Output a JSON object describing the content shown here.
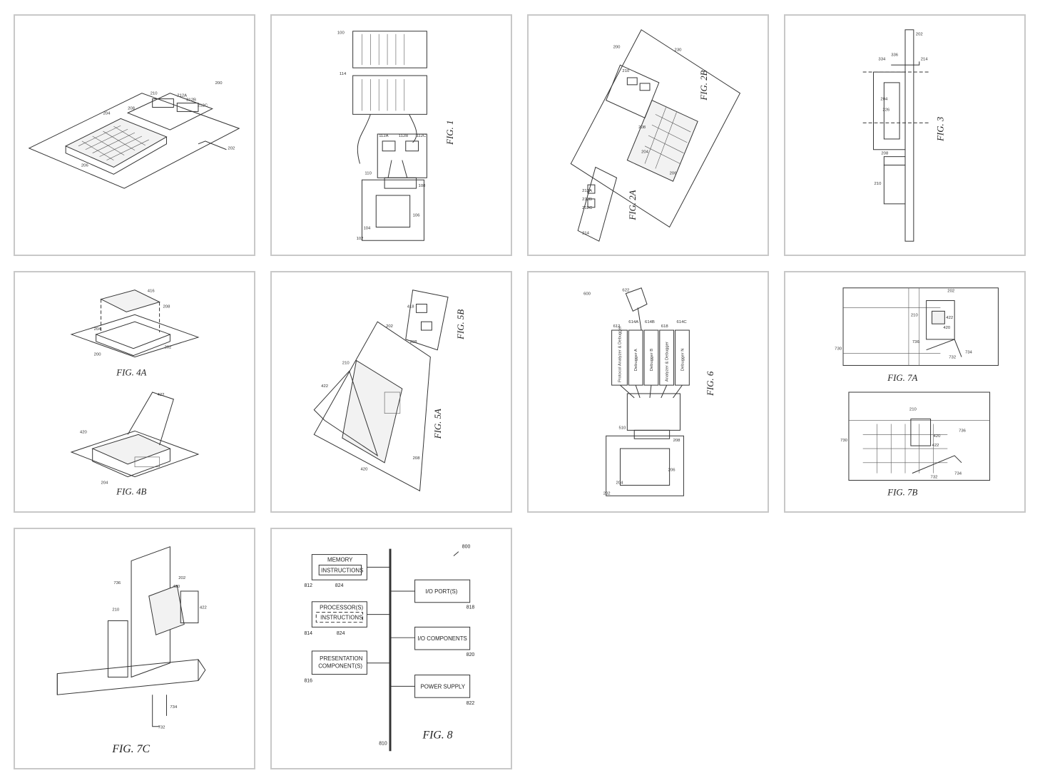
{
  "figures": {
    "fig2": {
      "labels": [
        "200",
        "210",
        "212A",
        "212B",
        "212C",
        "208",
        "204",
        "202",
        "206"
      ]
    },
    "fig1": {
      "caption": "FIG. 1",
      "labels": [
        "100",
        "114",
        "112A",
        "112B",
        "112C",
        "110",
        "108",
        "106",
        "104",
        "102"
      ]
    },
    "fig2ab": {
      "caption_a": "FIG. 2A",
      "caption_b": "FIG. 2B",
      "labels": [
        "200",
        "230",
        "210",
        "212A",
        "212B",
        "212C",
        "208",
        "204",
        "206",
        "214"
      ]
    },
    "fig3": {
      "caption": "FIG. 3",
      "labels": [
        "202",
        "334",
        "336",
        "214",
        "204",
        "226",
        "208",
        "210"
      ]
    },
    "fig4": {
      "caption_a": "FIG. 4A",
      "caption_b": "FIG. 4B",
      "labels": [
        "416",
        "208",
        "204",
        "200",
        "202",
        "422",
        "420",
        "204"
      ]
    },
    "fig5": {
      "caption_a": "FIG. 5A",
      "caption_b": "FIG. 5B",
      "labels": [
        "210",
        "202",
        "422",
        "420",
        "208",
        "418",
        "208"
      ]
    },
    "fig6": {
      "caption": "FIG. 6",
      "labels": [
        "600",
        "622",
        "612",
        "614A",
        "614B",
        "618",
        "614C",
        "510",
        "208",
        "204",
        "206",
        "202"
      ],
      "boxes": [
        "Protocol Analyzer & Debugger",
        "Debugger A",
        "Debugger B",
        "Analyzer & Debugger",
        "Debugger N"
      ]
    },
    "fig7ab": {
      "caption_a": "FIG. 7A",
      "caption_b": "FIG. 7B",
      "labels": [
        "202",
        "210",
        "422",
        "420",
        "736",
        "730",
        "732",
        "734",
        "210",
        "736",
        "730",
        "422",
        "420",
        "732",
        "734"
      ]
    },
    "fig7c": {
      "caption": "FIG. 7C",
      "labels": [
        "736",
        "202",
        "420",
        "422",
        "210",
        "734",
        "732"
      ]
    },
    "fig8": {
      "caption": "FIG. 8",
      "ref_main": "800",
      "bus_ref": "810",
      "memory": {
        "title": "MEMORY",
        "inner": "INSTRUCTIONS",
        "ref": "812",
        "inner_ref": "824"
      },
      "processor": {
        "title": "PROCESSOR(S)",
        "inner": "INSTRUCTIONS",
        "ref": "814",
        "inner_ref": "824"
      },
      "presentation": {
        "line1": "PRESENTATION",
        "line2": "COMPONENT(S)",
        "ref": "816"
      },
      "io_ports": {
        "label": "I/O PORT(S)",
        "ref": "818"
      },
      "io_components": {
        "label": "I/O COMPONENTS",
        "ref": "820"
      },
      "power": {
        "label": "POWER SUPPLY",
        "ref": "822"
      }
    }
  }
}
